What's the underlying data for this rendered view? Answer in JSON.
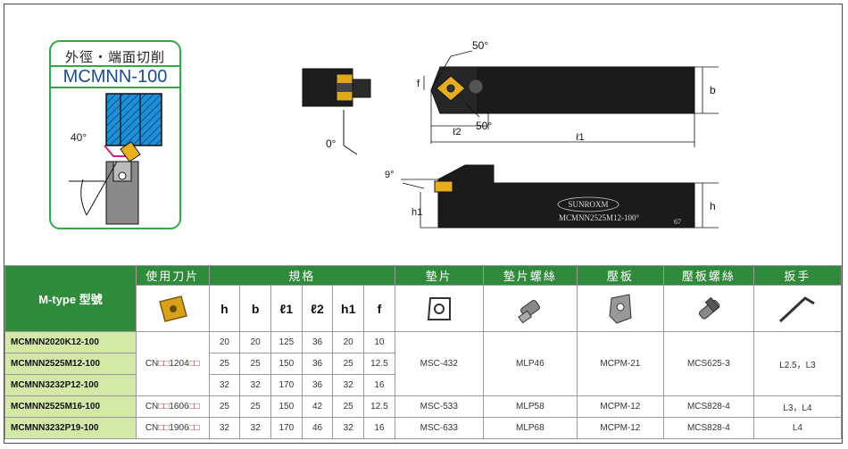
{
  "operation": {
    "title": "外徑・端面切削",
    "model": "MCMNN-100"
  },
  "diagram_labels": {
    "left_angle": "40°",
    "top_angle": "50°",
    "bottom_angle": "50°",
    "zero_angle": "0°",
    "nine_angle": "9°",
    "dim_f": "f",
    "dim_b": "b",
    "dim_l1": "ℓ1",
    "dim_l2": "ℓ2",
    "dim_h1": "h1",
    "dim_h": "h",
    "brand": "SUNROXM",
    "engraving": "MCMNN2525M12-100°",
    "engraving_num": "67"
  },
  "table": {
    "headers": {
      "model": "M-type 型號",
      "insert": "使用刀片",
      "spec": "規格",
      "shim": "墊片",
      "shim_screw": "墊片螺絲",
      "clamp": "壓板",
      "clamp_screw": "壓板螺絲",
      "wrench": "扳手"
    },
    "dims": [
      "h",
      "b",
      "ℓ1",
      "ℓ2",
      "h1",
      "f"
    ],
    "rows": [
      {
        "model": "MCMNN2020K12-100",
        "h": "20",
        "b": "20",
        "l1": "125",
        "l2": "36",
        "h1": "20",
        "f": "10"
      },
      {
        "model": "MCMNN2525M12-100",
        "h": "25",
        "b": "25",
        "l1": "150",
        "l2": "36",
        "h1": "25",
        "f": "12.5"
      },
      {
        "model": "MCMNN3232P12-100",
        "h": "32",
        "b": "32",
        "l1": "170",
        "l2": "36",
        "h1": "32",
        "f": "16"
      },
      {
        "model": "MCMNN2525M16-100",
        "h": "25",
        "b": "25",
        "l1": "150",
        "l2": "42",
        "h1": "25",
        "f": "12.5"
      },
      {
        "model": "MCMNN3232P19-100",
        "h": "32",
        "b": "32",
        "l1": "170",
        "l2": "46",
        "h1": "32",
        "f": "16"
      }
    ],
    "group1": {
      "insert_prefix": "CN",
      "insert_mid": "1204",
      "shim": "MSC-432",
      "shim_screw": "MLP46",
      "clamp": "MCPM-21",
      "clamp_screw": "MCS625-3",
      "wrench": "L2.5，L3"
    },
    "row4": {
      "insert_prefix": "CN",
      "insert_mid": "1606",
      "shim": "MSC-533",
      "shim_screw": "MLP58",
      "clamp": "MCPM-12",
      "clamp_screw": "MCS828-4",
      "wrench": "L3，L4"
    },
    "row5": {
      "insert_prefix": "CN",
      "insert_mid": "1906",
      "shim": "MSC-633",
      "shim_screw": "MLP68",
      "clamp": "MCPM-12",
      "clamp_screw": "MCS828-4",
      "wrench": "L4"
    },
    "placeholder_boxes": "□□"
  },
  "colors": {
    "header_green": "#2f8a3c",
    "model_cell": "#d4e8a8",
    "insert_gold": "#d9a21b",
    "card_border": "#35a84a"
  }
}
